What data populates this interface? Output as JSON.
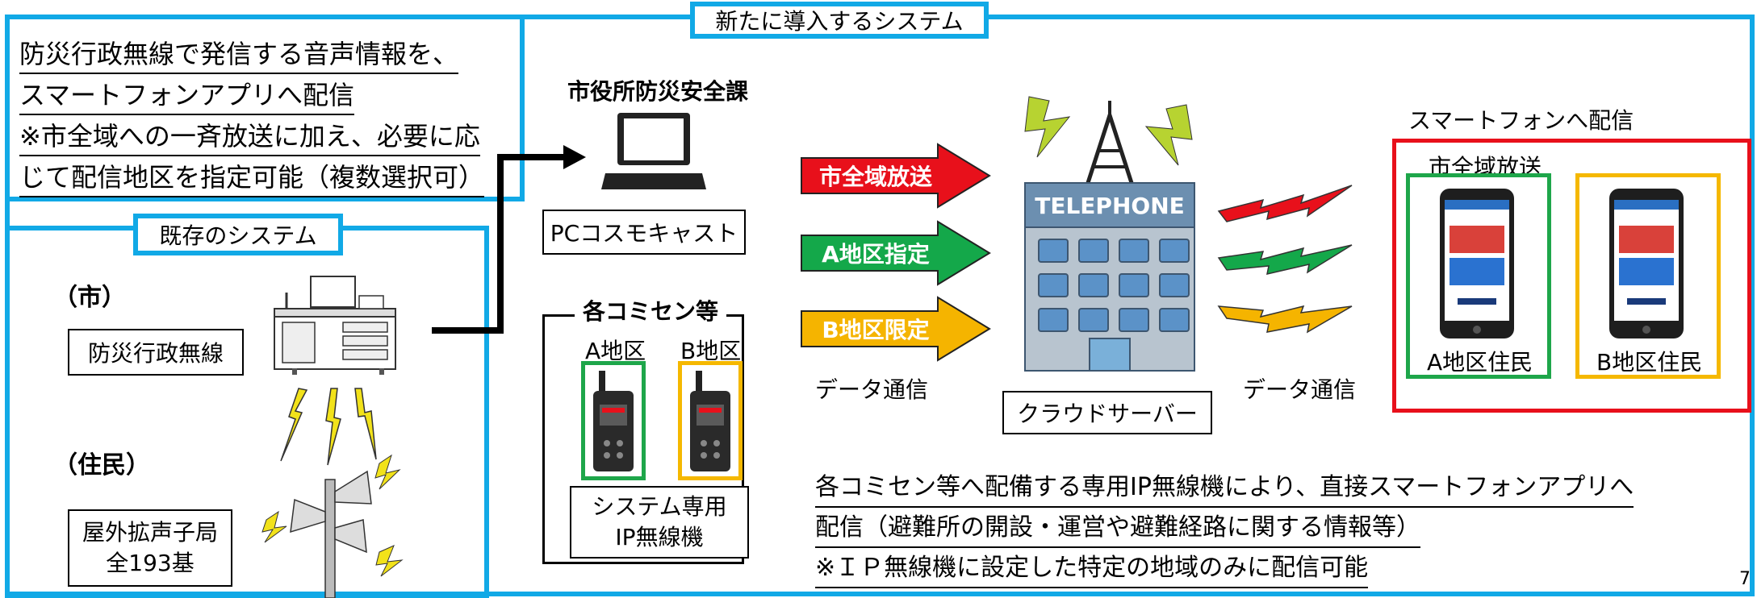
{
  "new_system": {
    "tab_label": "新たに導入するシステム",
    "note_lines": [
      "防災行政無線で発信する音声情報を、",
      "スマートフォンアプリへ配信",
      "※市全域への一斉放送に加え、必要に応",
      "じて配信地区を指定可能（複数選択可）"
    ],
    "city_office": "市役所防災安全課",
    "pc_label": "PCコスモキャスト",
    "broadcast_arrows": [
      {
        "label": "市全域放送",
        "color": "#e8101b"
      },
      {
        "label": "A地区指定",
        "color": "#14a84a"
      },
      {
        "label": "B地区限定",
        "color": "#f5b400"
      }
    ],
    "data_comm_left": "データ通信",
    "data_comm_right": "データ通信",
    "server_building_sign": "TELEPHONE",
    "server_label": "クラウドサーバー",
    "smartphone_title": "スマートフォンへ配信",
    "citywide_label": "市全域放送",
    "residents": [
      {
        "label": "A地区住民",
        "color": "#1ea64a"
      },
      {
        "label": "B地区住民",
        "color": "#f5b800"
      }
    ],
    "community_center": {
      "title": "各コミセン等",
      "districts": [
        {
          "label": "A地区",
          "color": "#1ea64a"
        },
        {
          "label": "B地区",
          "color": "#f5b800"
        }
      ],
      "device_label_lines": [
        "システム専用",
        "IP無線機"
      ]
    },
    "bottom_note_lines": [
      "各コミセン等へ配備する専用IP無線機により、直接スマートフォンアプリへ",
      "配信（避難所の開設・運営や避難経路に関する情報等）",
      "※ＩＰ無線機に設定した特定の地域のみに配信可能"
    ]
  },
  "existing_system": {
    "tab_label": "既存のシステム",
    "city_label": "（市）",
    "radio_label": "防災行政無線",
    "residents_label": "（住民）",
    "speaker_label_lines": [
      "屋外拡声子局",
      "全193基"
    ]
  },
  "page_number": "7",
  "colors": {
    "frame_blue": "#11a9e6",
    "red": "#e8101b",
    "green": "#1ea64a",
    "yellow": "#f5b800",
    "bolt_yellow": "#f2e21a"
  },
  "icons": [
    "laptop-icon",
    "radio-station-icon",
    "lightning-icon",
    "loudspeaker-icon",
    "walkie-talkie-icon",
    "telephone-building-icon",
    "smartphone-icon",
    "signal-wave-icon"
  ]
}
